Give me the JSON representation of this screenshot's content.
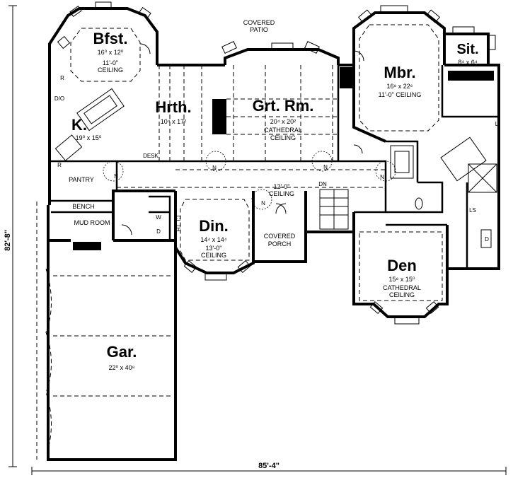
{
  "rooms": {
    "bfst": {
      "name": "Bfst.",
      "dims": "16⁰ x 12⁰",
      "ceiling": "11'-0\"",
      "ceiling2": "CEILING"
    },
    "kitchen": {
      "name": "K.",
      "dims": "19⁰ x 15⁰"
    },
    "hrth": {
      "name": "Hrth.",
      "dims": "10⁴ x 17²"
    },
    "grtrm": {
      "name": "Grt. Rm.",
      "dims": "20⁴ x 20²",
      "ceiling": "CATHEDRAL",
      "ceiling2": "CEILING"
    },
    "mbr": {
      "name": "Mbr.",
      "dims": "16⁸ x 22⁶",
      "ceiling": "11'-0\" CEILING"
    },
    "sit": {
      "name": "Sit.",
      "dims": "8⁴ x 6⁴"
    },
    "din": {
      "name": "Din.",
      "dims": "14⁴ x 14⁴",
      "ceiling": "13'-0\"",
      "ceiling2": "CEILING"
    },
    "den": {
      "name": "Den",
      "dims": "15⁸ x 15⁰",
      "ceiling": "CATHEDRAL",
      "ceiling2": "CEILING"
    },
    "gar": {
      "name": "Gar.",
      "dims": "22⁰ x 40⁸"
    }
  },
  "labels": {
    "covered_patio_1": "COVERED",
    "covered_patio_2": "PATIO",
    "covered_porch_1": "COVERED",
    "covered_porch_2": "PORCH",
    "ceiling12_1": "12'-0\"",
    "ceiling12_2": "CEILING",
    "pantry": "PANTRY",
    "bench": "BENCH",
    "mud_room": "MUD ROOM",
    "desk": "DESK",
    "dn": "DN",
    "r1": "R",
    "r2": "R",
    "do": "D/O",
    "w": "W",
    "d1": "D",
    "d2": "D",
    "clth": "CL TH",
    "ls": "LS",
    "l": "L",
    "n1": "N",
    "n2": "N",
    "n3": "N",
    "n4": "N",
    "n5": "N"
  },
  "dimensions": {
    "depth": "82'-8\"",
    "width": "85'-4\""
  }
}
